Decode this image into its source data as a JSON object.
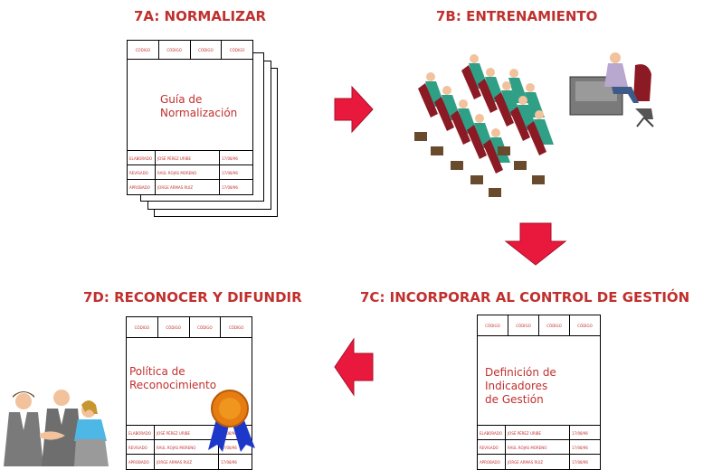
{
  "titles": {
    "a": "7A: NORMALIZAR",
    "b": "7B: ENTRENAMIENTO",
    "c": "7C: INCORPORAR AL CONTROL DE GESTIÓN",
    "d": "7D: RECONOCER Y DIFUNDIR"
  },
  "doc_header": [
    "CÓDIGO",
    "CÓDIGO",
    "CÓDIGO",
    "CÓDIGO"
  ],
  "docs": {
    "a": {
      "text_line1": "Guía de",
      "text_line2": "Normalización",
      "text_line3": ""
    },
    "c": {
      "text_line1": "Definición de",
      "text_line2": "Indicadores",
      "text_line3": "de Gestión"
    },
    "d": {
      "text_line1": "Política de",
      "text_line2": "Reconocimiento",
      "text_line3": ""
    }
  },
  "doc_footer": [
    {
      "role": "ELABORADO",
      "name": "JOSÉ PÉREZ URIBE",
      "date": "17/08/96"
    },
    {
      "role": "REVISADO",
      "name": "RAÚL ROJAS MORENO",
      "date": "17/08/96"
    },
    {
      "role": "APROBADO",
      "name": "JORGE ARMAS RUIZ",
      "date": "17/08/96"
    }
  ],
  "colors": {
    "title": "#c0302e",
    "arrow": "#e8193c",
    "suit": "#2f9f86",
    "chair": "#8b1a24"
  }
}
